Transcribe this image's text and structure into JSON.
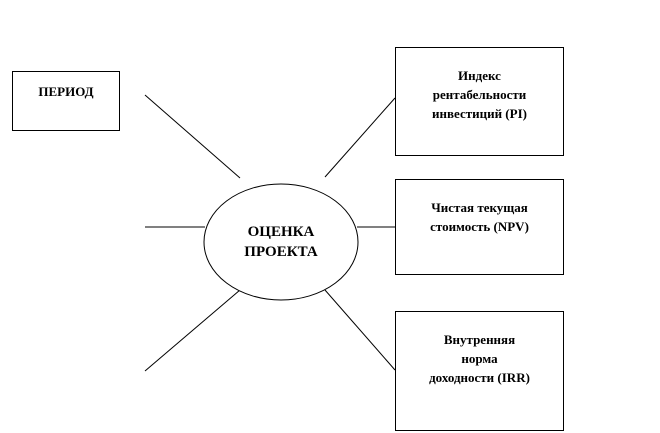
{
  "center": {
    "lines": [
      "ОЦЕНКА",
      "ПРОЕКТА"
    ]
  },
  "period": {
    "label": "ПЕРИОД"
  },
  "indicators": [
    {
      "lines": [
        "Индекс",
        "рентабельности",
        "инвестиций (PI)"
      ]
    },
    {
      "lines": [
        "Чистая текущая",
        "стоимость (NPV)"
      ]
    },
    {
      "lines": [
        "Внутренняя",
        "норма",
        "доходности (IRR)"
      ]
    }
  ]
}
